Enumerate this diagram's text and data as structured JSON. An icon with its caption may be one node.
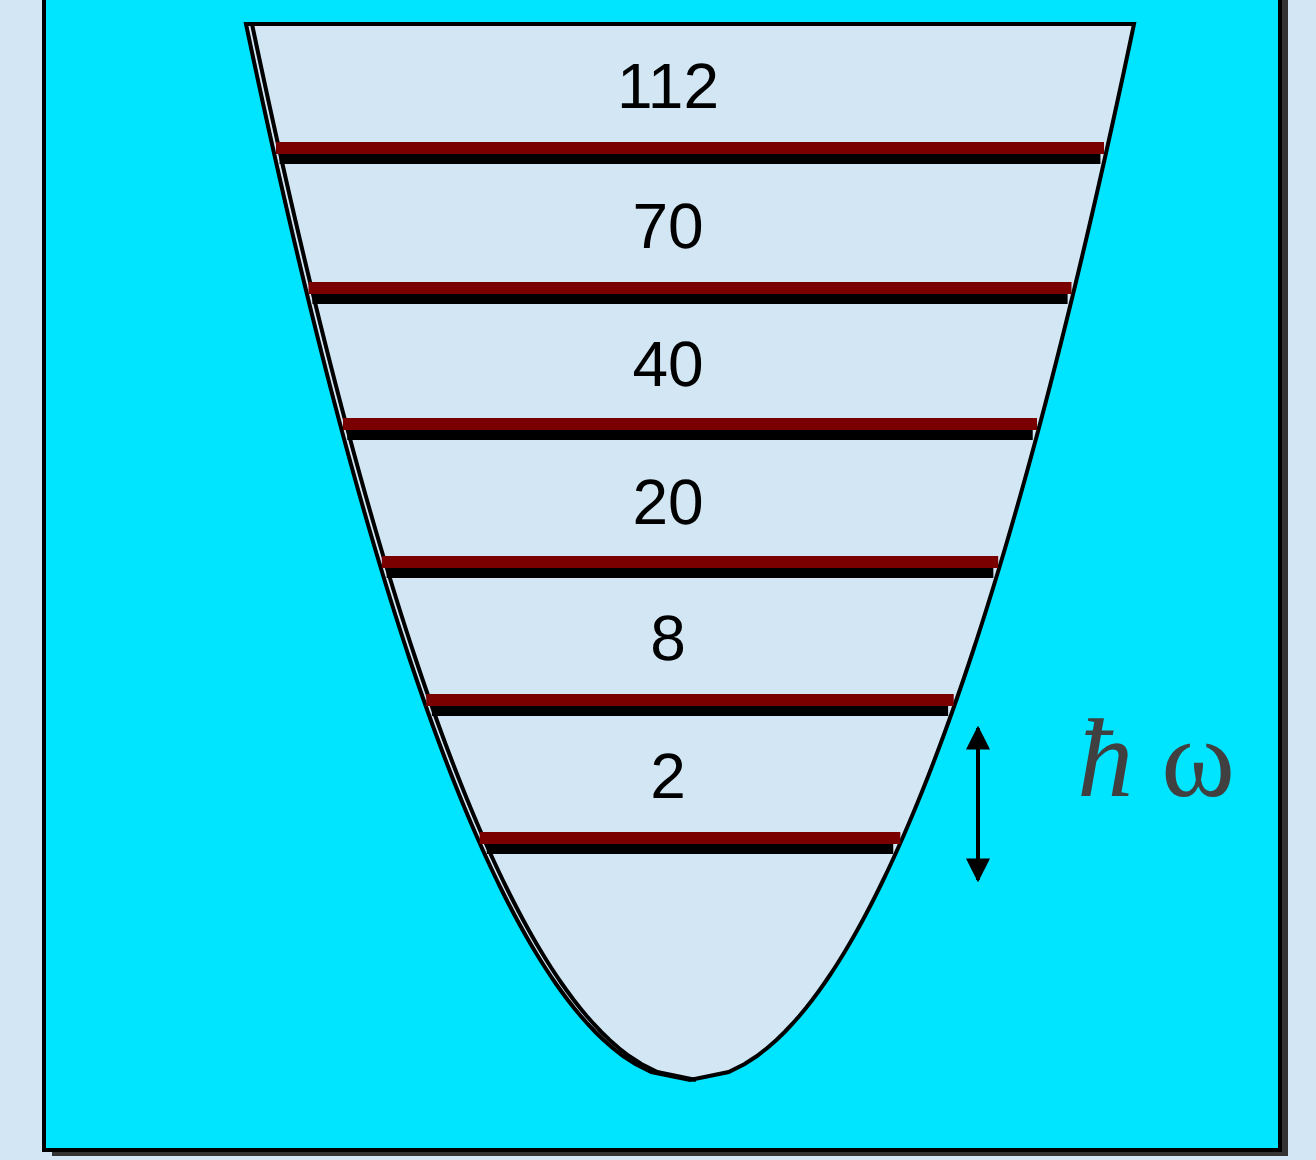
{
  "diagram": {
    "labels": [
      "112",
      "70",
      "40",
      "20",
      "8",
      "2",
      "*ħ* ω"
    ]
  }
}
